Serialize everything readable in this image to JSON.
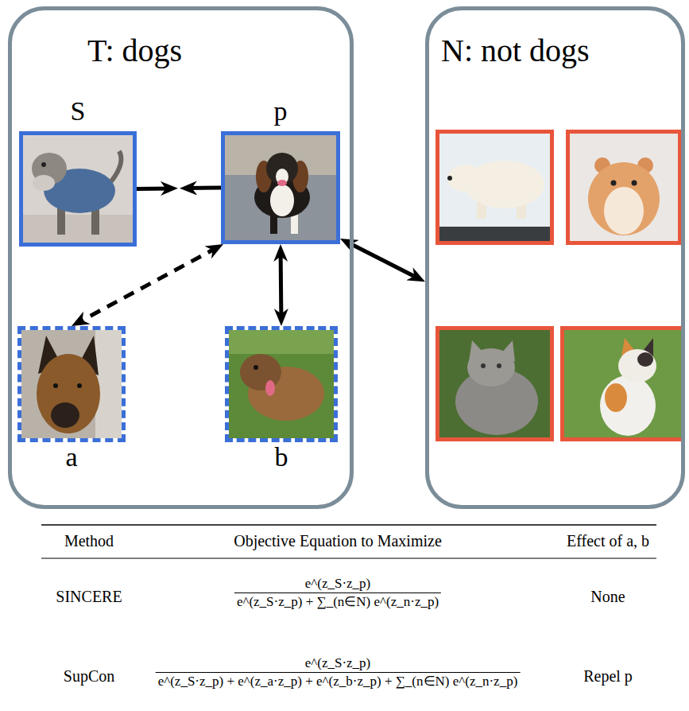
{
  "diagram": {
    "nodes": [
      {
        "text": [
          "T: dogs"
        ]
      },
      {
        "text": [
          "S"
        ],
        "in": 0
      },
      {
        "text": [
          "p"
        ],
        "in": 0
      },
      {
        "text": [
          "a"
        ],
        "in": 0
      },
      {
        "text": [
          "b"
        ],
        "in": 0
      },
      {
        "text": [
          "N: not dogs"
        ]
      }
    ],
    "edges": [
      {
        "from": 1,
        "to": 2,
        "arrow": "both"
      },
      {
        "from": 2,
        "to": 3,
        "arrow": "both"
      },
      {
        "from": 2,
        "to": 4,
        "arrow": "both"
      },
      {
        "from": 2,
        "to": 5,
        "arrow": "both"
      }
    ],
    "labels": [
      "Method",
      "Objective Equation to Maximize",
      "Effect of a, b",
      "SINCERE",
      "e^(z_S·z_p)",
      "e^(z_S·z_p) + ∑_(n∈N) e^(z_n·z_p)",
      "None",
      "SupCon",
      "e^(z_S·z_p)",
      "e^(z_S·z_p) + e^(z_a·z_p) + e^(z_b·z_p) + ∑_(n∈N) e^(z_n·z_p)",
      "Repel p"
    ]
  }
}
